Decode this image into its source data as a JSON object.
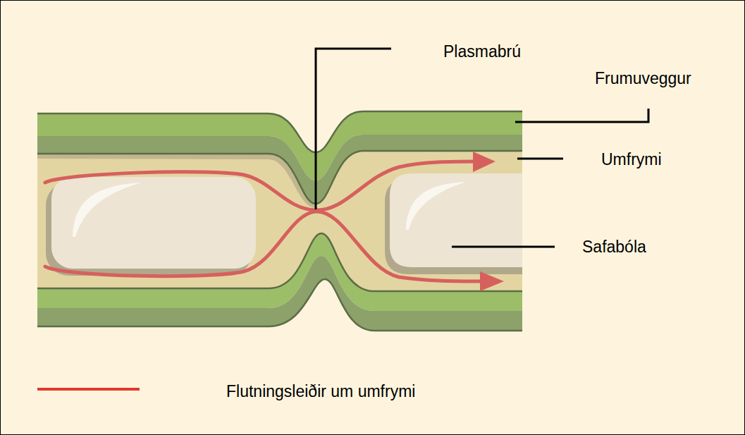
{
  "diagram": {
    "labels": [
      "Plasmabrú",
      "Frumuveggur",
      "Umfrymi",
      "Safabóla"
    ],
    "legend": [
      {
        "text": "Flutningsleiðir um umfrymi"
      }
    ]
  }
}
